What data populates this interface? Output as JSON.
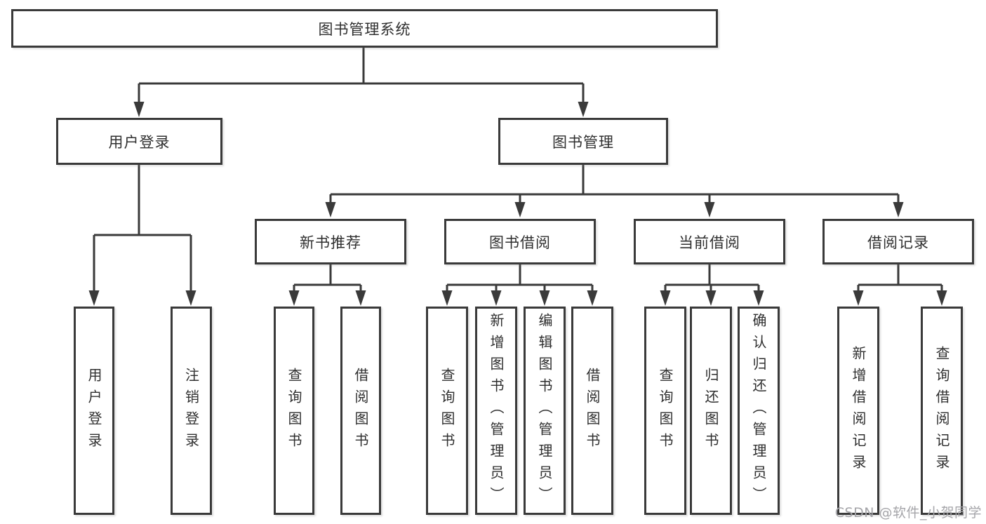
{
  "tree": {
    "root": {
      "label": "图书管理系统",
      "children": [
        {
          "label": "用户登录",
          "children": [
            {
              "label": "用户登录"
            },
            {
              "label": "注销登录"
            }
          ]
        },
        {
          "label": "图书管理",
          "children": [
            {
              "label": "新书推荐",
              "children": [
                {
                  "label": "查询图书"
                },
                {
                  "label": "借阅图书"
                }
              ]
            },
            {
              "label": "图书借阅",
              "children": [
                {
                  "label": "查询图书"
                },
                {
                  "label": "新增图书（管理员）"
                },
                {
                  "label": "编辑图书（管理员）"
                },
                {
                  "label": "借阅图书"
                }
              ]
            },
            {
              "label": "当前借阅",
              "children": [
                {
                  "label": "查询图书"
                },
                {
                  "label": "归还图书"
                },
                {
                  "label": "确认归还（管理员）"
                }
              ]
            },
            {
              "label": "借阅记录",
              "children": [
                {
                  "label": "新增借阅记录"
                },
                {
                  "label": "查询借阅记录"
                }
              ]
            }
          ]
        }
      ]
    }
  },
  "watermark": {
    "text": "CSDN @软件_小贺同学"
  },
  "colors": {
    "line": "#3a3a3a",
    "text": "#2f2f2f",
    "watermark": "#a5a5a9",
    "background": "#ffffff"
  }
}
